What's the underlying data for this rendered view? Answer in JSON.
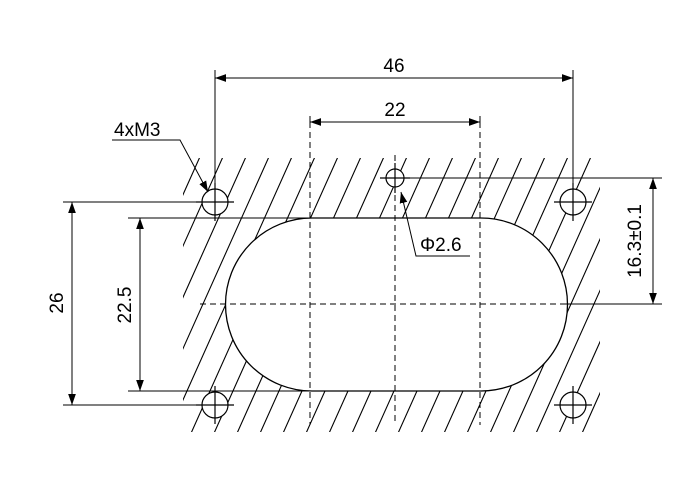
{
  "dimensions": {
    "overall_width": "46",
    "slot_flat_width": "22",
    "screws": "4xM3",
    "pin_diameter": "Φ2.6",
    "overall_height": "26",
    "slot_height": "22.5",
    "pin_offset": "16.3±0.1"
  },
  "colors": {
    "line": "#000000",
    "background": "#ffffff"
  },
  "icons": {
    "mounting_hole": "circle-crosshair-icon",
    "pin_hole": "small-circle-crosshair-icon"
  }
}
